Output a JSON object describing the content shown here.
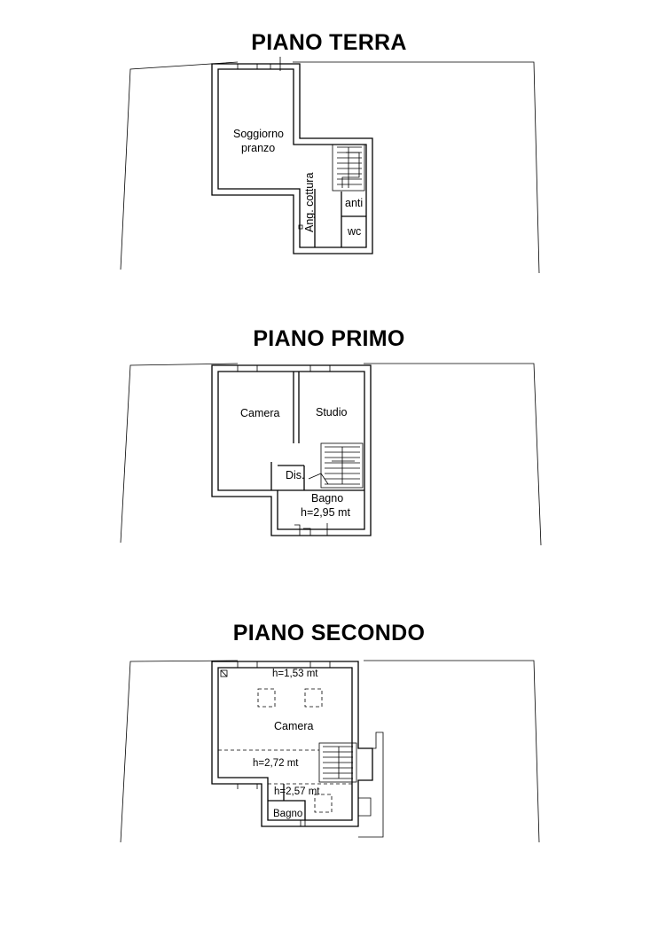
{
  "floors": [
    {
      "title": "PIANO TERRA",
      "rooms": {
        "soggiorno_line1": "Soggiorno",
        "soggiorno_line2": "pranzo",
        "ang_cottura": "Ang. cottura",
        "anti": "anti",
        "wc": "wc"
      }
    },
    {
      "title": "PIANO PRIMO",
      "rooms": {
        "camera": "Camera",
        "studio": "Studio",
        "dis": "Dis.",
        "bagno": "Bagno",
        "bagno_height": "h=2,95 mt"
      }
    },
    {
      "title": "PIANO SECONDO",
      "rooms": {
        "height_top": "h=1,53 mt",
        "camera": "Camera",
        "height_mid": "h=2,72 mt",
        "height_bagno": "h=2,57 mt",
        "bagno": "Bagno"
      }
    }
  ]
}
